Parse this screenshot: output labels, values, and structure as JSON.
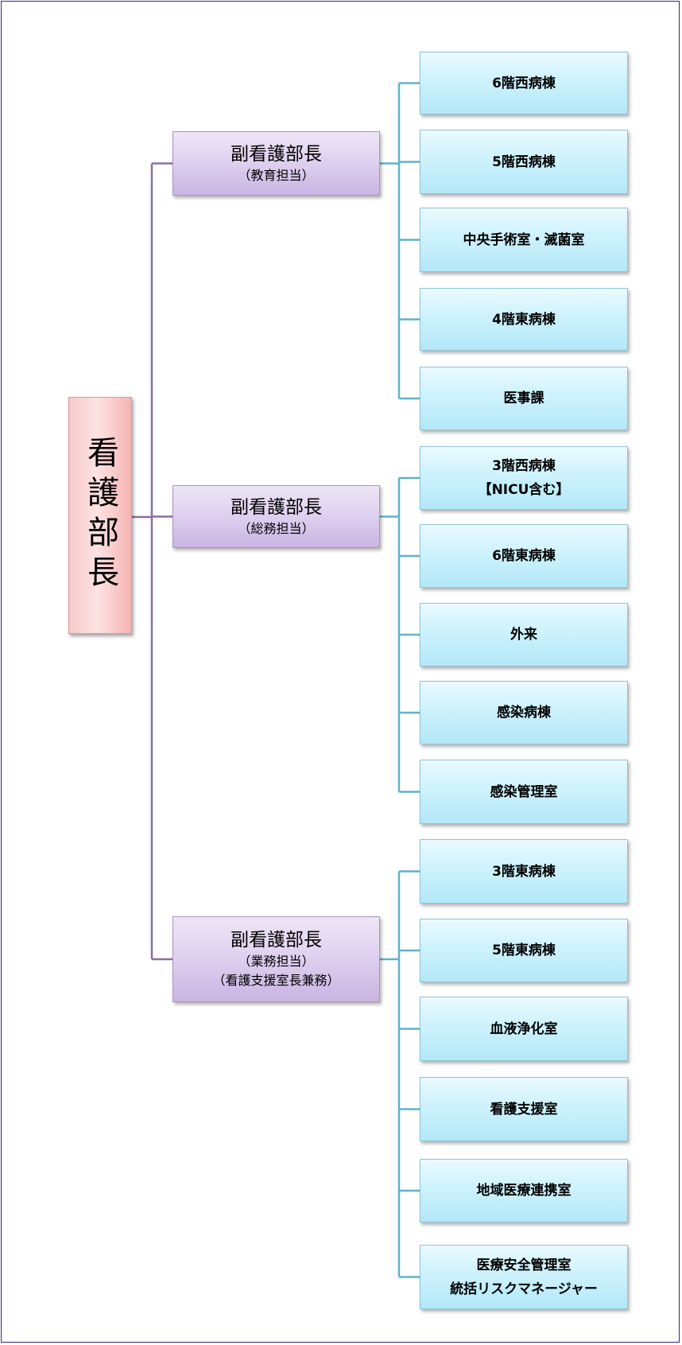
{
  "root": {
    "label": "看護部長"
  },
  "deputies": [
    {
      "title": "副看護部長",
      "subtitles": [
        "（教育担当）"
      ],
      "units": [
        {
          "lines": [
            "6階西病棟"
          ]
        },
        {
          "lines": [
            "5階西病棟"
          ]
        },
        {
          "lines": [
            "中央手術室・滅菌室"
          ]
        },
        {
          "lines": [
            "4階東病棟"
          ]
        },
        {
          "lines": [
            "医事課"
          ]
        }
      ]
    },
    {
      "title": "副看護部長",
      "subtitles": [
        "（総務担当）"
      ],
      "units": [
        {
          "lines": [
            "3階西病棟",
            "【NICU含む】"
          ]
        },
        {
          "lines": [
            "6階東病棟"
          ]
        },
        {
          "lines": [
            "外来"
          ]
        },
        {
          "lines": [
            "感染病棟"
          ]
        },
        {
          "lines": [
            "感染管理室"
          ]
        }
      ]
    },
    {
      "title": "副看護部長",
      "subtitles": [
        "（業務担当）",
        "（看護支援室長兼務）"
      ],
      "units": [
        {
          "lines": [
            "3階東病棟"
          ]
        },
        {
          "lines": [
            "5階東病棟"
          ]
        },
        {
          "lines": [
            "血液浄化室"
          ]
        },
        {
          "lines": [
            "看護支援室"
          ]
        },
        {
          "lines": [
            "地域医療連携室"
          ]
        },
        {
          "lines": [
            "医療安全管理室",
            "統括リスクマネージャー"
          ]
        }
      ]
    }
  ],
  "colors": {
    "root_connector": "#8b6fa0",
    "unit_connector": "#5fb3c8",
    "frame_border": "#2b2b8a"
  }
}
